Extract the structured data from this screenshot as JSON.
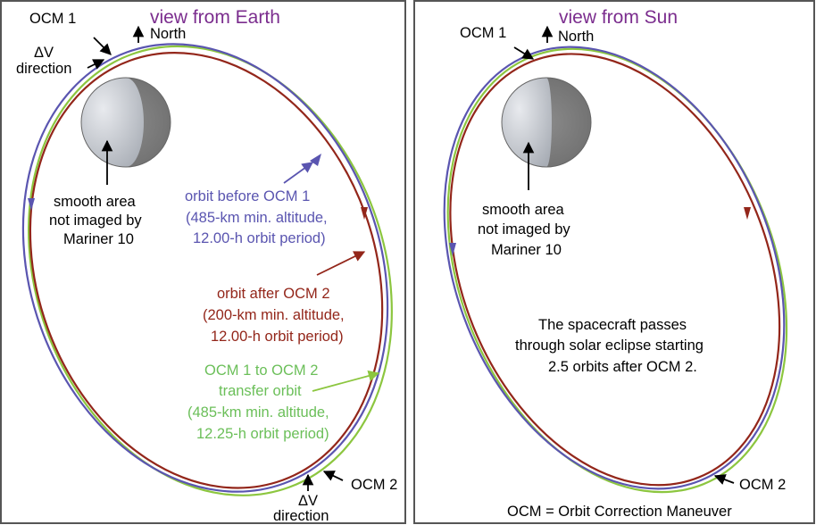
{
  "colors": {
    "purple_title": "#7b2d8e",
    "orbit_before": "#5a55b0",
    "orbit_after": "#93261a",
    "orbit_transfer": "#8cc63f",
    "label_before": "#5a55b0",
    "label_after": "#93261a",
    "label_transfer": "#6bbf59",
    "border": "#555555"
  },
  "left": {
    "title": "view from Earth",
    "north": "North",
    "ocm1": "OCM 1",
    "dv_top_1": "ΔV",
    "dv_top_2": "direction",
    "smooth_1": "smooth area",
    "smooth_2": "not imaged by",
    "smooth_3": "Mariner 10",
    "before_1": "orbit before OCM 1",
    "before_2": "(485-km min. altitude,",
    "before_3": "12.00-h orbit period)",
    "after_1": "orbit after OCM 2",
    "after_2": "(200-km min. altitude,",
    "after_3": "12.00-h orbit period)",
    "transfer_1": "OCM 1 to OCM 2",
    "transfer_2": "transfer orbit",
    "transfer_3": "(485-km min. altitude,",
    "transfer_4": "12.25-h orbit period)",
    "ocm2": "OCM 2",
    "dv_bot_1": "ΔV",
    "dv_bot_2": "direction"
  },
  "right": {
    "title": "view from Sun",
    "north": "North",
    "ocm1": "OCM 1",
    "smooth_1": "smooth area",
    "smooth_2": "not imaged by",
    "smooth_3": "Mariner 10",
    "eclipse_1": "The spacecraft passes",
    "eclipse_2": "through solar eclipse starting",
    "eclipse_3": "2.5 orbits after OCM 2.",
    "ocm2": "OCM 2",
    "footnote": "OCM = Orbit Correction Maneuver"
  }
}
